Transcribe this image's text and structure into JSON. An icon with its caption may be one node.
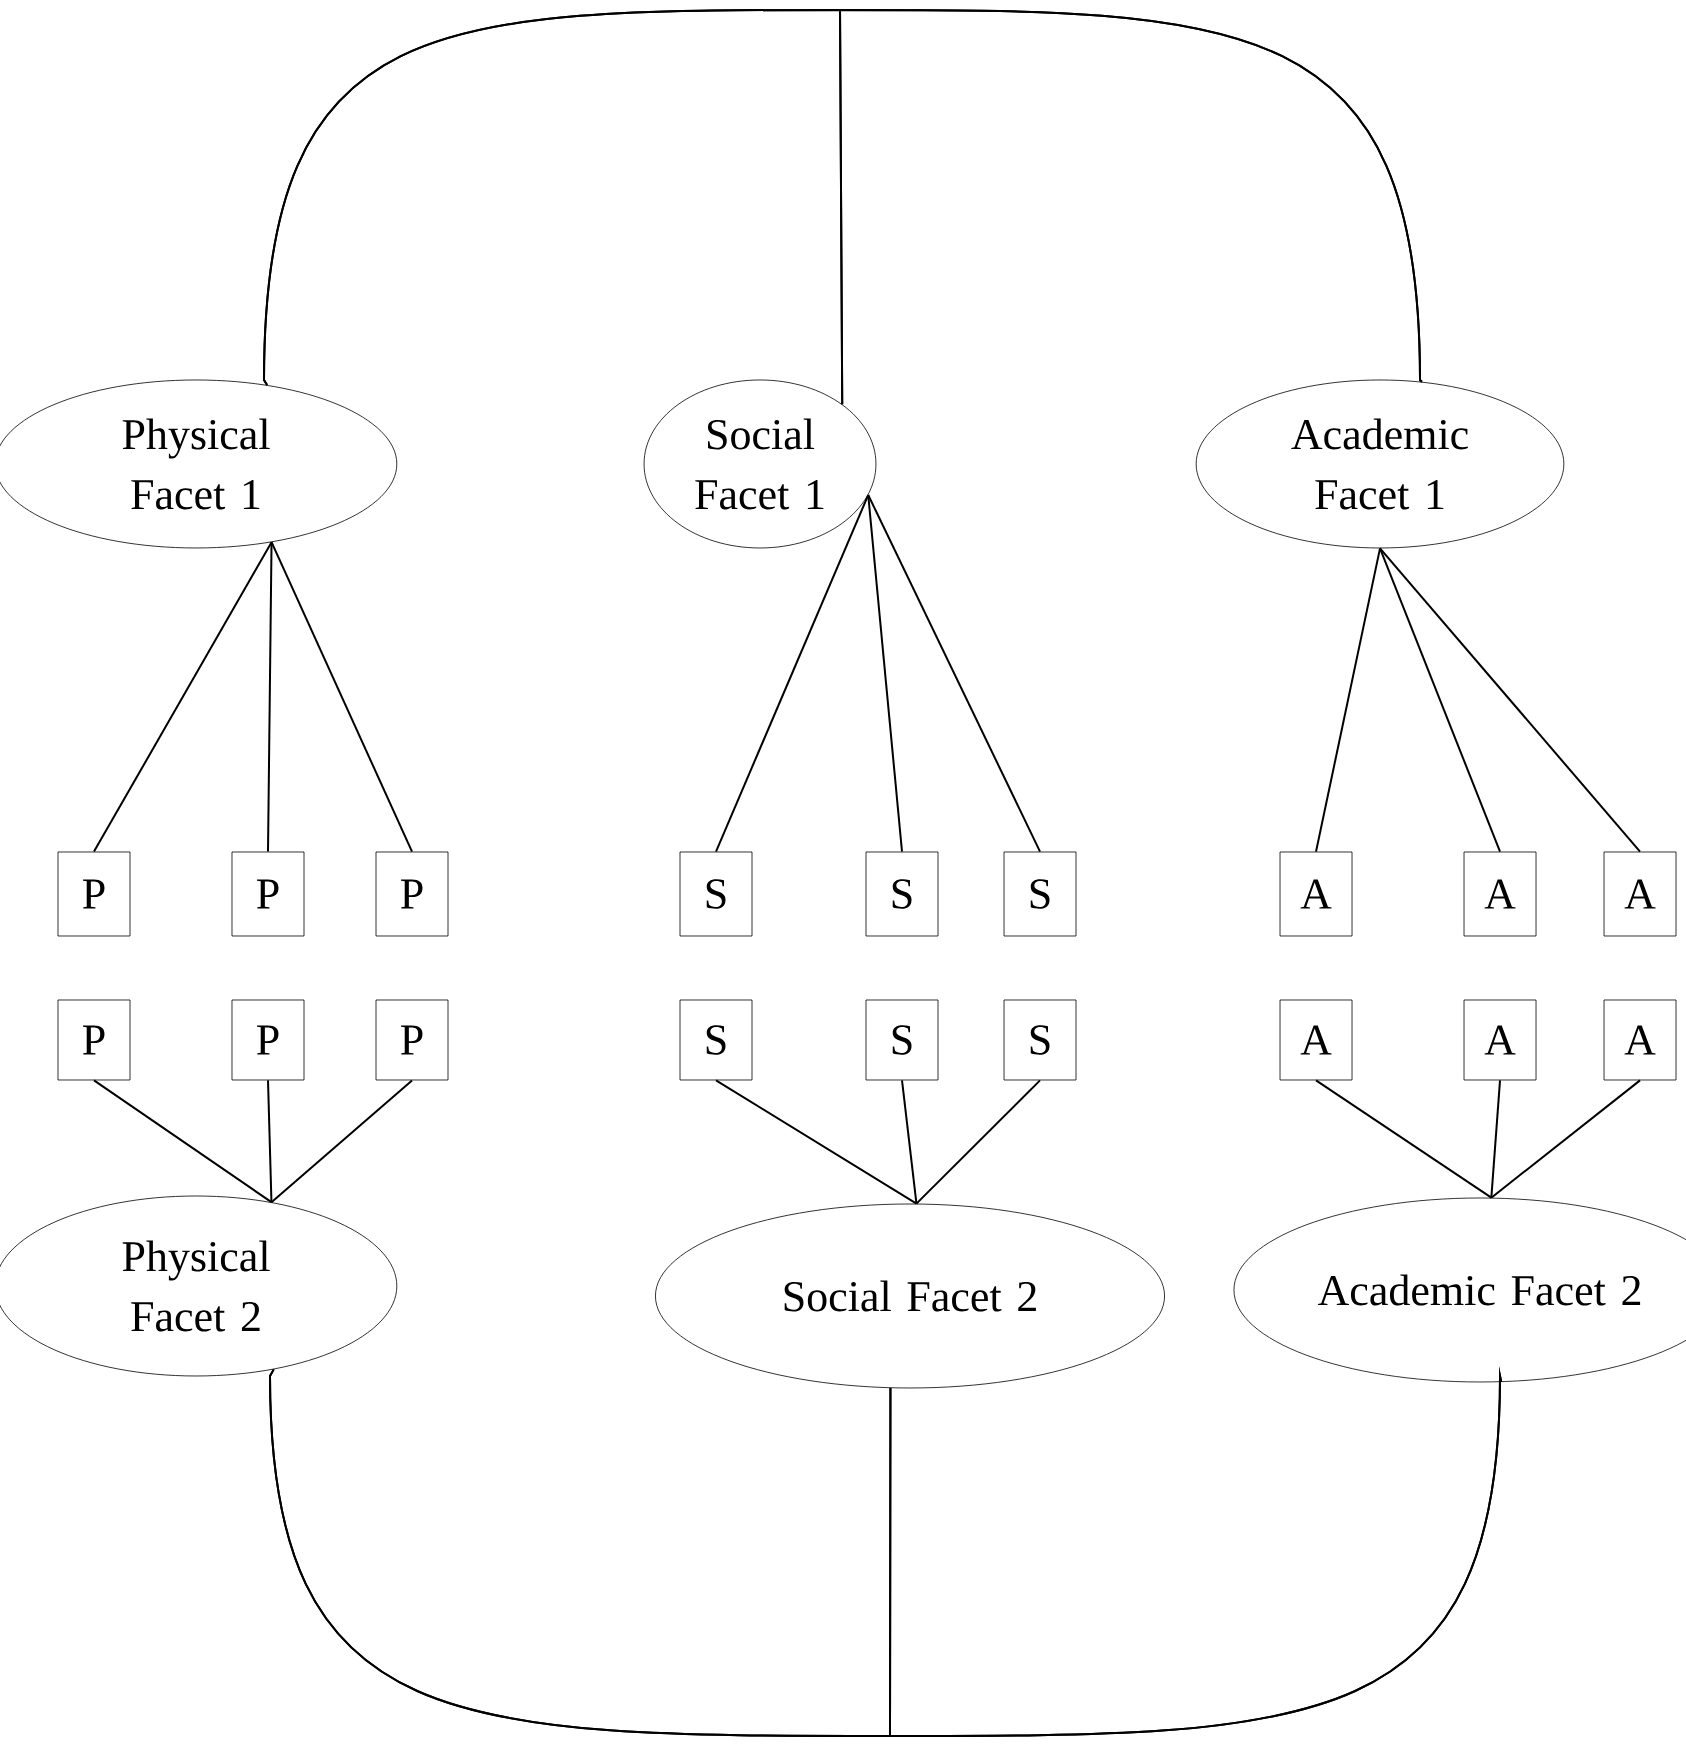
{
  "diagram": {
    "nodes": [
      {
        "text": [
          "Physical Facet 1"
        ]
      },
      {
        "text": [
          "Social Facet 1"
        ]
      },
      {
        "text": [
          "Academic Facet 1"
        ]
      },
      {
        "text": [
          "P"
        ]
      },
      {
        "text": [
          "P"
        ]
      },
      {
        "text": [
          "P"
        ]
      },
      {
        "text": [
          "S"
        ]
      },
      {
        "text": [
          "S"
        ]
      },
      {
        "text": [
          "S"
        ]
      },
      {
        "text": [
          "A"
        ]
      },
      {
        "text": [
          "A"
        ]
      },
      {
        "text": [
          "A"
        ]
      },
      {
        "text": [
          "P"
        ]
      },
      {
        "text": [
          "P"
        ]
      },
      {
        "text": [
          "P"
        ]
      },
      {
        "text": [
          "S"
        ]
      },
      {
        "text": [
          "S"
        ]
      },
      {
        "text": [
          "S"
        ]
      },
      {
        "text": [
          "A"
        ]
      },
      {
        "text": [
          "A"
        ]
      },
      {
        "text": [
          "A"
        ]
      },
      {
        "text": [
          "Physical Facet 2"
        ]
      },
      {
        "text": [
          "Social Facet 2"
        ]
      },
      {
        "text": [
          "Academic Facet 2"
        ]
      }
    ],
    "edges": [
      {
        "from": 0,
        "to": 1,
        "arrow": "none"
      },
      {
        "from": 1,
        "to": 2,
        "arrow": "none"
      },
      {
        "from": 0,
        "to": 2,
        "arrow": "none"
      },
      {
        "from": 0,
        "to": 3,
        "arrow": "none"
      },
      {
        "from": 0,
        "to": 4,
        "arrow": "none"
      },
      {
        "from": 0,
        "to": 5,
        "arrow": "none"
      },
      {
        "from": 1,
        "to": 6,
        "arrow": "none"
      },
      {
        "from": 1,
        "to": 7,
        "arrow": "none"
      },
      {
        "from": 1,
        "to": 8,
        "arrow": "none"
      },
      {
        "from": 2,
        "to": 9,
        "arrow": "none"
      },
      {
        "from": 2,
        "to": 10,
        "arrow": "none"
      },
      {
        "from": 2,
        "to": 11,
        "arrow": "none"
      },
      {
        "from": 12,
        "to": 21,
        "arrow": "none"
      },
      {
        "from": 13,
        "to": 21,
        "arrow": "none"
      },
      {
        "from": 14,
        "to": 21,
        "arrow": "none"
      },
      {
        "from": 15,
        "to": 22,
        "arrow": "none"
      },
      {
        "from": 16,
        "to": 22,
        "arrow": "none"
      },
      {
        "from": 17,
        "to": 22,
        "arrow": "none"
      },
      {
        "from": 18,
        "to": 23,
        "arrow": "none"
      },
      {
        "from": 19,
        "to": 23,
        "arrow": "none"
      },
      {
        "from": 20,
        "to": 23,
        "arrow": "none"
      },
      {
        "from": 21,
        "to": 22,
        "arrow": "none"
      },
      {
        "from": 22,
        "to": 23,
        "arrow": "none"
      },
      {
        "from": 21,
        "to": 23,
        "arrow": "none"
      }
    ]
  }
}
